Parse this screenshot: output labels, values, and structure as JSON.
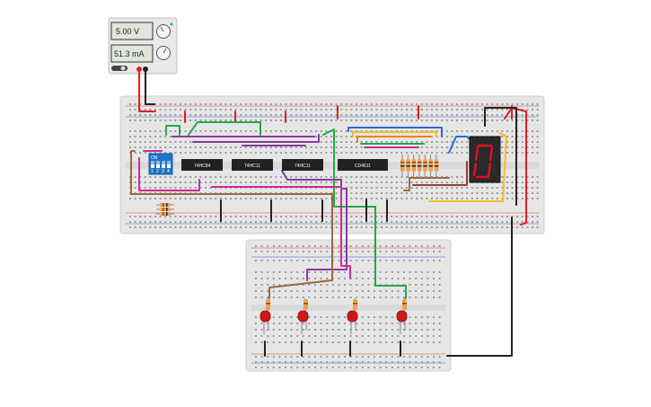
{
  "power_supply": {
    "voltage": "5.00 V",
    "current": "51.3 mA"
  },
  "dip_switch": {
    "on_label": "ON",
    "positions": [
      "1",
      "2",
      "3",
      "4"
    ]
  },
  "chips": [
    {
      "label": "74HC84"
    },
    {
      "label": "74HC11"
    },
    {
      "label": "74HC11"
    },
    {
      "label": "CD4511"
    }
  ],
  "seven_segment": {
    "digit": "0",
    "color": "#e01020"
  },
  "colors": {
    "breadboard": "#e6e6e6",
    "chip": "#222222",
    "dip_switch": "#1e74c8",
    "led": "#d01818",
    "wire_red": "#e02020",
    "wire_black": "#222222",
    "wire_green": "#22aa44",
    "wire_purple": "#8a3aa0",
    "wire_brown": "#9a6a3a",
    "wire_blue": "#2a6ad8",
    "wire_yellow": "#f0c020",
    "wire_orange": "#f08020",
    "wire_magenta": "#cc2a9a"
  }
}
